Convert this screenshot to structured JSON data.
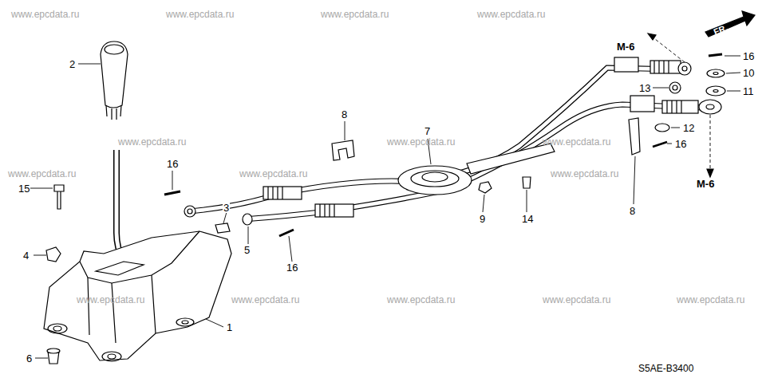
{
  "diagram": {
    "labels": [
      "2",
      "16",
      "15",
      "4",
      "1",
      "6",
      "3",
      "5",
      "16",
      "8",
      "7",
      "9",
      "14",
      "8",
      "M-6",
      "16",
      "10",
      "13",
      "11",
      "12",
      "16",
      "M-6",
      "FR.",
      "S5AE-B3400",
      "www.epcdata.ru",
      "www.epcdata.ru",
      "www.epcdata.ru",
      "www.epcdata.ru",
      "www.epcdata.ru",
      "www.epcdata.ru",
      "www.epcdata.ru",
      "www.epcdata.ru",
      "www.epcdata.ru",
      "www.epcdata.ru",
      "www.epcdata.ru",
      "www.epcdata.ru",
      "www.epcdata.ru",
      "www.epcdata.ru",
      "www.epcdata.ru"
    ]
  }
}
